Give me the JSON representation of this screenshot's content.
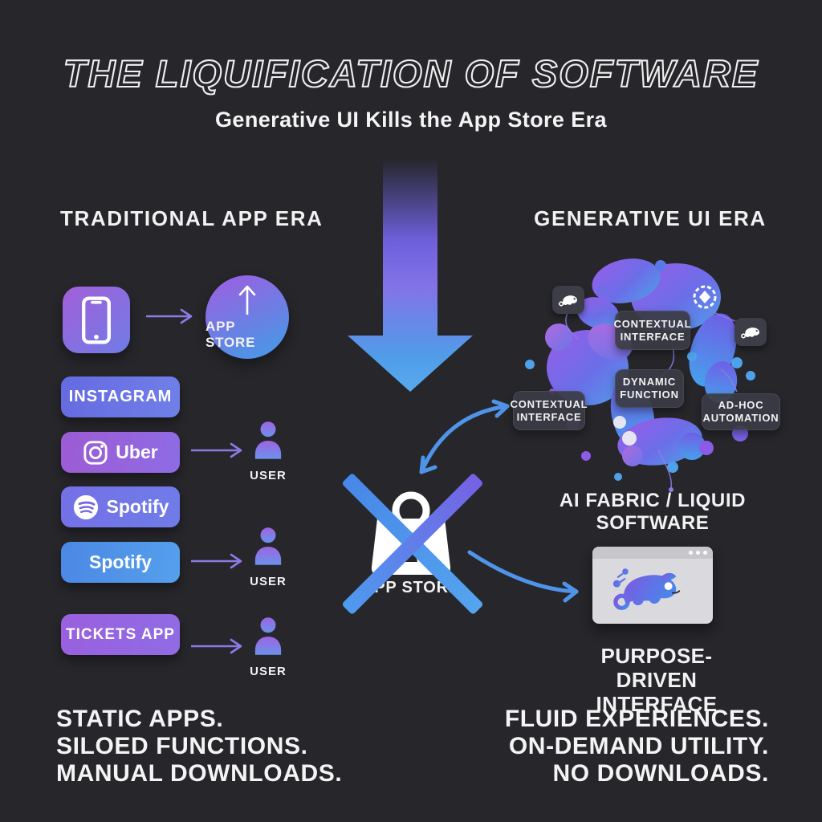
{
  "title": "THE LIQUIFICATION OF SOFTWARE",
  "subtitle": "Generative UI Kills the App Store Era",
  "left": {
    "header": "TRADITIONAL APP ERA",
    "app_store_label": "APP STORE",
    "apps": [
      {
        "label": "INSTAGRAM",
        "icon": "none"
      },
      {
        "label": "Uber",
        "icon": "instagram-icon"
      },
      {
        "label": "Spotify",
        "icon": "spotify-icon"
      },
      {
        "label": "Spotify",
        "icon": "none"
      },
      {
        "label": "TICKETS APP",
        "icon": "none"
      }
    ],
    "user_labels": [
      "USER",
      "USER",
      "USER"
    ],
    "summary": [
      "STATIC APPS.",
      "SILOED FUNCTIONS.",
      "MANUAL DOWNLOADS."
    ]
  },
  "center": {
    "app_store_label": "APP STORE",
    "crossed_out": true
  },
  "right": {
    "header": "GENERATIVE UI ERA",
    "chips": [
      {
        "lines": [
          "CONTEXTUAL",
          "INTERFACE"
        ]
      },
      {
        "lines": [
          "DYNAMIC",
          "FUNCTION"
        ]
      },
      {
        "lines": [
          "AD-HOC",
          "AUTOMATION"
        ]
      },
      {
        "lines": [
          "CONTEXTUAL",
          "INTERFACE"
        ]
      }
    ],
    "fabric_label": "AI FABRIC / LIQUID SOFTWARE",
    "purpose_lines": [
      "PURPOSE-DRIVEN",
      "INTERFACE"
    ],
    "summary": [
      "FLUID EXPERIENCES.",
      "ON-DEMAND UTILITY.",
      "NO DOWNLOADS."
    ]
  },
  "icons": {
    "phone": "smartphone-icon",
    "upload": "up-arrow-icon",
    "store_bag": "shopping-bag-icon",
    "user": "person-icon",
    "instagram": "instagram-icon",
    "spotify": "spotify-icon",
    "chameleon": "chameleon-icon",
    "target": "target-ring-icon",
    "window_controls": "window-dots-icon",
    "big_transition": "down-arrow-icon",
    "cross": "x-cross-icon"
  },
  "colors": {
    "background": "#26262b",
    "purple": "#9c5fd6",
    "periwinkle": "#6e6fe4",
    "blue": "#4d94e8",
    "chip_bg": "#3d3d47",
    "window_gray": "#dadade",
    "text": "#f2f2f2"
  }
}
